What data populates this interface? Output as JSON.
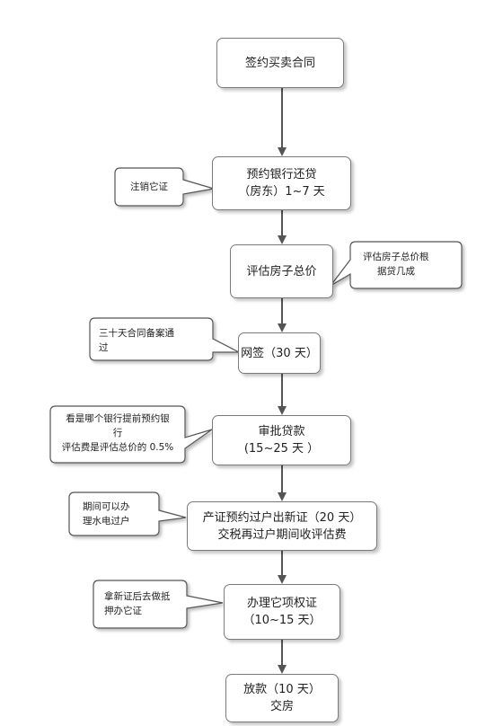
{
  "steps": [
    {
      "lines": [
        "签约买卖合同"
      ]
    },
    {
      "lines": [
        "预约银行还贷",
        "（房东）1~7 天"
      ]
    },
    {
      "lines": [
        "评估房子总价"
      ]
    },
    {
      "lines": [
        "网签（30 天）"
      ]
    },
    {
      "lines": [
        "审批贷款",
        "(15~25 天 ）"
      ]
    },
    {
      "lines": [
        "产证预约过户出新证（20 天）",
        "交税再过户期间收评估费"
      ]
    },
    {
      "lines": [
        "办理它项权证",
        "（10~15 天）"
      ]
    },
    {
      "lines": [
        "放款（10 天）",
        "交房"
      ]
    }
  ],
  "notes": [
    {
      "lines": [
        "注销它证"
      ]
    },
    {
      "lines": [
        "评估房子总价根",
        "据贷几成"
      ]
    },
    {
      "lines": [
        "三十天合同备案通",
        "过"
      ]
    },
    {
      "lines": [
        "看是哪个银行提前预约银",
        "行",
        "评估费是评估总价的 0.5%"
      ]
    },
    {
      "lines": [
        "期间可以办",
        "理水电过户"
      ]
    },
    {
      "lines": [
        "拿新证后去做抵",
        "押办它证"
      ]
    }
  ]
}
